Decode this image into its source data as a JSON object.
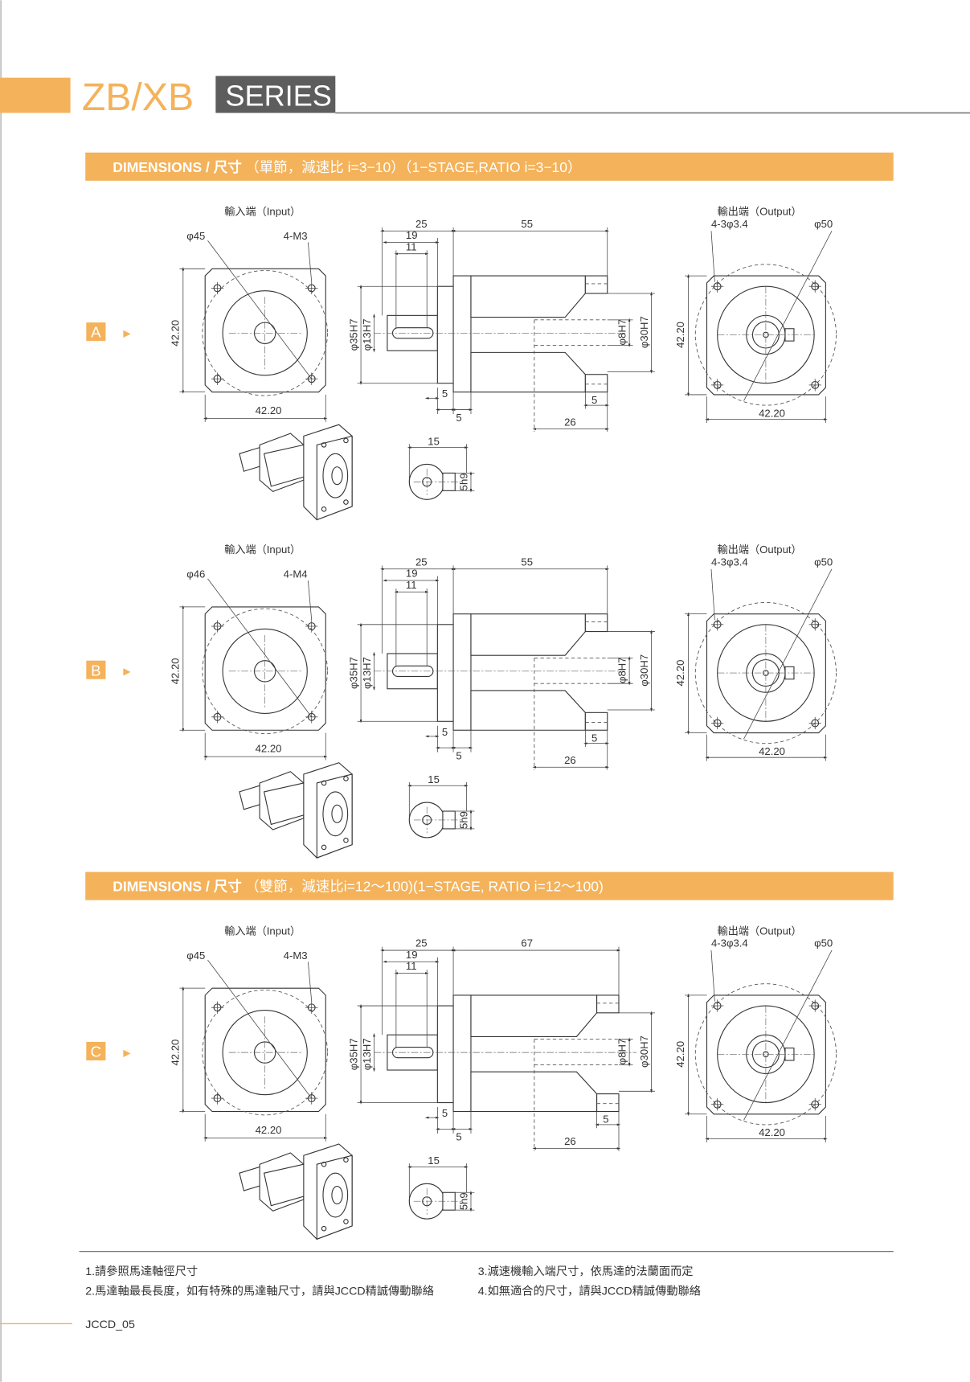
{
  "header": {
    "brand": "ZB/XB",
    "series": "SERIES"
  },
  "sections": [
    {
      "title_bold": "DIMENSIONS / 尺寸",
      "title_rest": "（單節，減速比 i=3−10）（1−STAGE,RATIO i=3−10）"
    },
    {
      "title_bold": "DIMENSIONS / 尺寸",
      "title_rest": "（雙節，減速比i=12～100)(1−STAGE, RATIO i=12～100)"
    }
  ],
  "rows": [
    {
      "label": "A",
      "input_label": "輸入端（Input）",
      "output_label": "輸出端（Output）",
      "in_pcd": "φ45",
      "in_thread": "4-M3",
      "in_side": "42.20",
      "in_bottom": "42.20",
      "d_25": "25",
      "d_body": "55",
      "d_19": "19",
      "d_11": "11",
      "d_35": "φ35H7",
      "d_13": "φ13H7",
      "d_8": "φ8H7",
      "d_30": "φ30H7",
      "d_5a": "5",
      "d_5b": "5",
      "d_5c": "5",
      "d_26": "26",
      "out_holes": "4-3φ3.4",
      "out_pcd": "φ50",
      "out_side": "42.20",
      "out_bottom": "42.20",
      "key_w": "15",
      "key_h": "5h9"
    },
    {
      "label": "B",
      "input_label": "輸入端（Input）",
      "output_label": "輸出端（Output）",
      "in_pcd": "φ46",
      "in_thread": "4-M4",
      "in_side": "42.20",
      "in_bottom": "42.20",
      "d_25": "25",
      "d_body": "55",
      "d_19": "19",
      "d_11": "11",
      "d_35": "φ35H7",
      "d_13": "φ13H7",
      "d_8": "φ8H7",
      "d_30": "φ30H7",
      "d_5a": "5",
      "d_5b": "5",
      "d_5c": "5",
      "d_26": "26",
      "out_holes": "4-3φ3.4",
      "out_pcd": "φ50",
      "out_side": "42.20",
      "out_bottom": "42.20",
      "key_w": "15",
      "key_h": "5h9"
    },
    {
      "label": "C",
      "input_label": "輸入端（Input）",
      "output_label": "輸出端（Output）",
      "in_pcd": "φ45",
      "in_thread": "4-M3",
      "in_side": "42.20",
      "in_bottom": "42.20",
      "d_25": "25",
      "d_body": "67",
      "d_19": "19",
      "d_11": "11",
      "d_35": "φ35H7",
      "d_13": "φ13H7",
      "d_8": "φ8H7",
      "d_30": "φ30H7",
      "d_5a": "5",
      "d_5b": "5",
      "d_5c": "5",
      "d_26": "26",
      "out_holes": "4-3φ3.4",
      "out_pcd": "φ50",
      "out_side": "42.20",
      "out_bottom": "42.20",
      "key_w": "15",
      "key_h": "5h9"
    }
  ],
  "notes": [
    "1.請參照馬達軸徑尺寸",
    "2.馬達軸最長長度，如有特殊的馬達軸尺寸，請與JCCD精誠傳動聯絡",
    "3.減速機輸入端尺寸，依馬達的法蘭面而定",
    "4.如無適合的尺寸，請與JCCD精誠傳動聯絡"
  ],
  "footer": {
    "page": "JCCD_05"
  },
  "colors": {
    "accent": "#F4B25A",
    "series_bg": "#5E5D5D"
  }
}
